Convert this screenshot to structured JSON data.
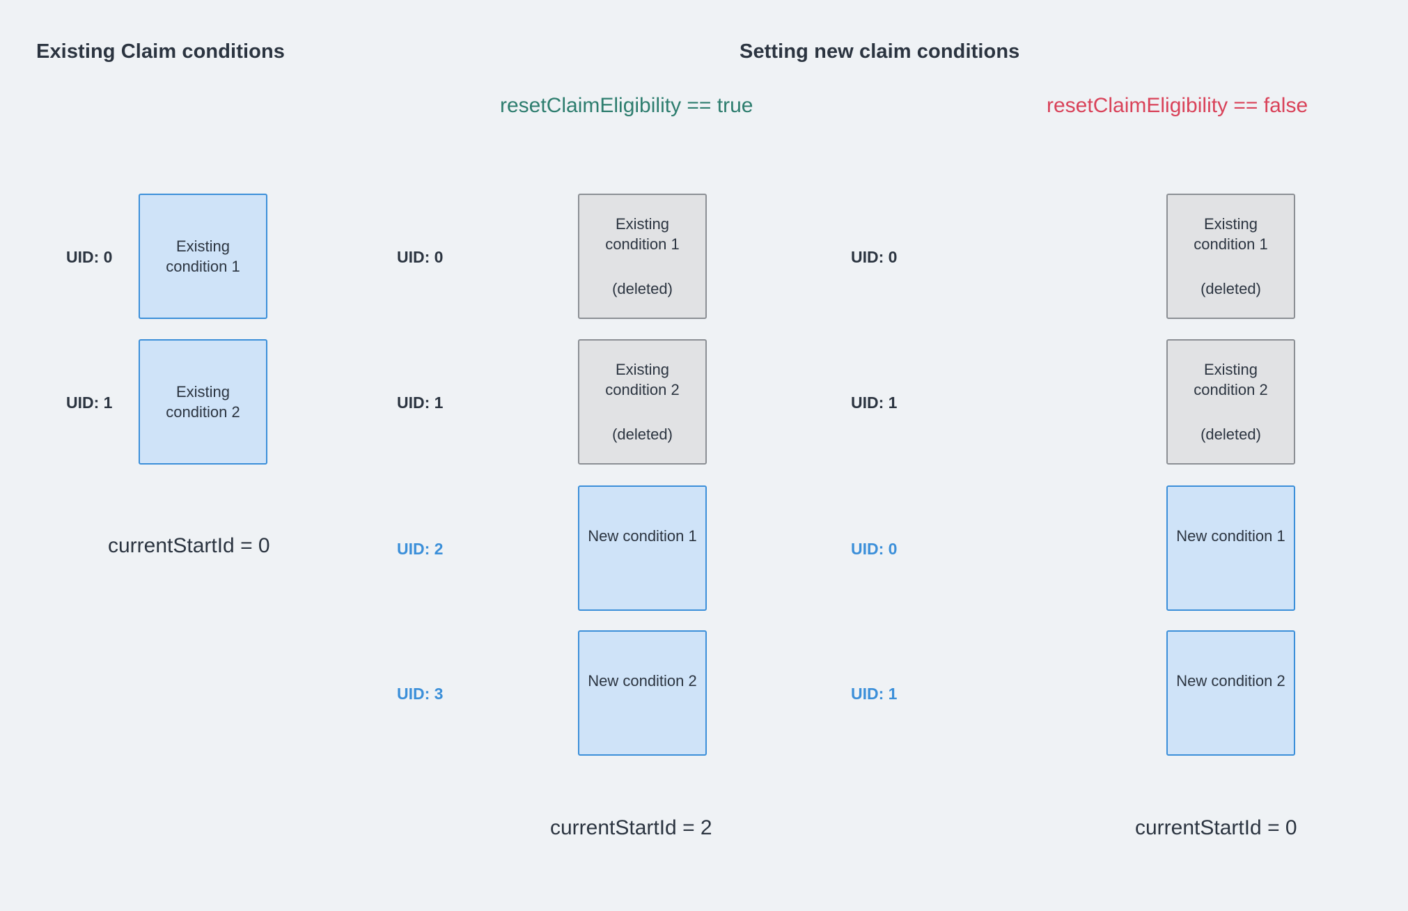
{
  "background_color": "#eff2f5",
  "palette": {
    "text": "#2b3440",
    "blue_border": "#3b8fd9",
    "blue_fill": "#cfe3f8",
    "gray_border": "#8b8f94",
    "gray_fill": "#e1e2e4",
    "green": "#2d7d6e",
    "red": "#d94259"
  },
  "headings": {
    "left": "Existing Claim conditions",
    "right": "Setting new claim conditions"
  },
  "conditions": {
    "true_label": "resetClaimEligibility == true",
    "false_label": "resetClaimEligibility == false"
  },
  "columns": [
    {
      "id": "existing",
      "rows": [
        {
          "uid": "UID: 0",
          "uid_style": "existing",
          "box_style": "blue",
          "title": "Existing condition 1",
          "sub": ""
        },
        {
          "uid": "UID: 1",
          "uid_style": "existing",
          "box_style": "blue",
          "title": "Existing condition 2",
          "sub": ""
        }
      ],
      "start_id": "currentStartId = 0"
    },
    {
      "id": "reset-true",
      "rows": [
        {
          "uid": "UID: 0",
          "uid_style": "existing",
          "box_style": "gray",
          "title": "Existing condition 1",
          "sub": "(deleted)"
        },
        {
          "uid": "UID: 1",
          "uid_style": "existing",
          "box_style": "gray",
          "title": "Existing condition 2",
          "sub": "(deleted)"
        },
        {
          "uid": "UID: 2",
          "uid_style": "new",
          "box_style": "blue",
          "title": "New condition 1",
          "sub": ""
        },
        {
          "uid": "UID: 3",
          "uid_style": "new",
          "box_style": "blue",
          "title": "New condition 2",
          "sub": ""
        }
      ],
      "start_id": "currentStartId = 2"
    },
    {
      "id": "reset-false",
      "rows": [
        {
          "uid": "UID: 0",
          "uid_style": "existing",
          "box_style": "gray",
          "title": "Existing condition 1",
          "sub": "(deleted)"
        },
        {
          "uid": "UID: 1",
          "uid_style": "existing",
          "box_style": "gray",
          "title": "Existing condition 2",
          "sub": "(deleted)"
        },
        {
          "uid": "UID: 0",
          "uid_style": "new",
          "box_style": "blue",
          "title": "New condition 1",
          "sub": ""
        },
        {
          "uid": "UID: 1",
          "uid_style": "new",
          "box_style": "blue",
          "title": "New condition 2",
          "sub": ""
        }
      ],
      "start_id": "currentStartId = 0"
    }
  ]
}
